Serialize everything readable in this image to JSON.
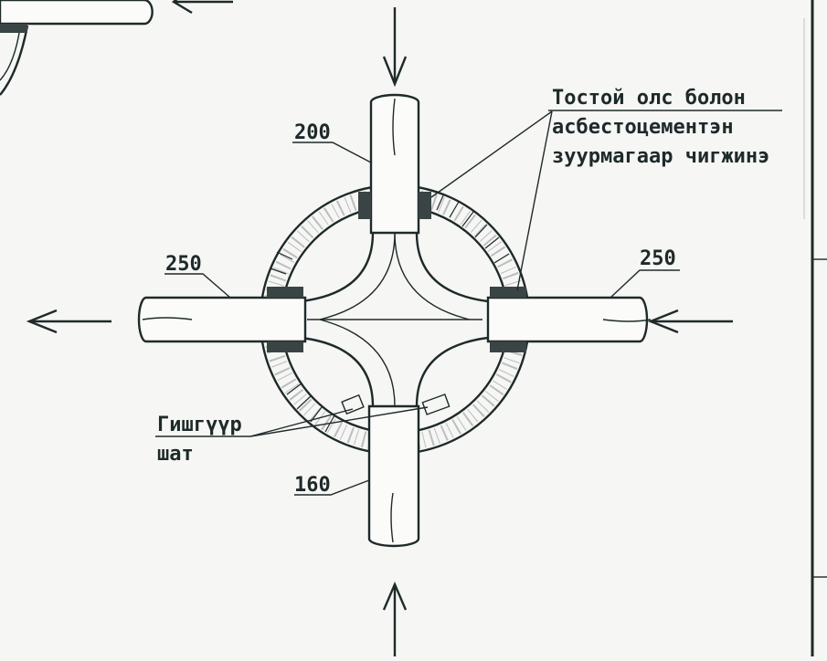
{
  "labels": {
    "dim_top": "200",
    "dim_left": "250",
    "dim_right": "250",
    "dim_bottom": "160",
    "note_line1": "Тостой олс болон",
    "note_line2": "асбестоцементэн",
    "note_line3": "зуурмагаар чигжинэ",
    "ladder_line1": "Гишгүүр",
    "ladder_line2": "шат"
  },
  "colors": {
    "ink": "#1e2a2a",
    "paper": "#f6f6f4"
  }
}
